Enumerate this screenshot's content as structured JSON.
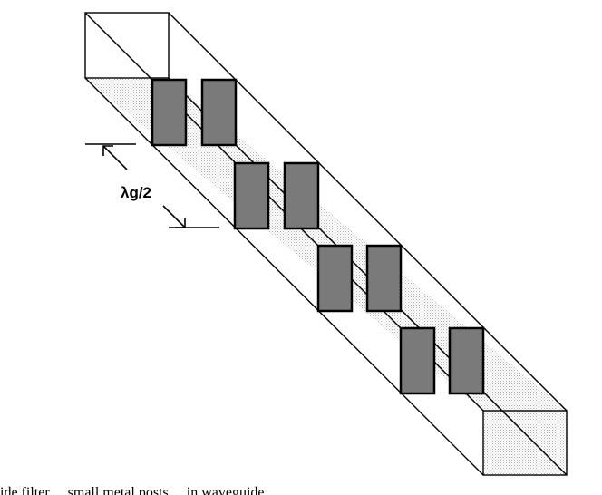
{
  "diagram": {
    "dimension_label": "λg/2",
    "resonator_pairs": 4,
    "colors": {
      "post_fill": "#7a7a7a",
      "outline": "#000000",
      "floor_dots": "#b0b0b0"
    }
  },
  "caption": {
    "text": "ide filter ... small metal posts ... in waveguide ..."
  }
}
